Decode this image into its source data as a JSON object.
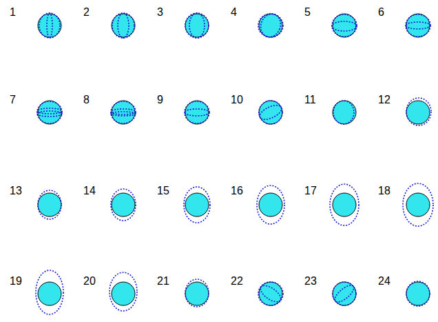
{
  "diagram": {
    "labels": [
      "1",
      "2",
      "3",
      "4",
      "5",
      "6",
      "7",
      "8",
      "9",
      "10",
      "11",
      "12",
      "13",
      "14",
      "15",
      "16",
      "17",
      "18",
      "19",
      "20",
      "21",
      "22",
      "23",
      "24"
    ]
  }
}
